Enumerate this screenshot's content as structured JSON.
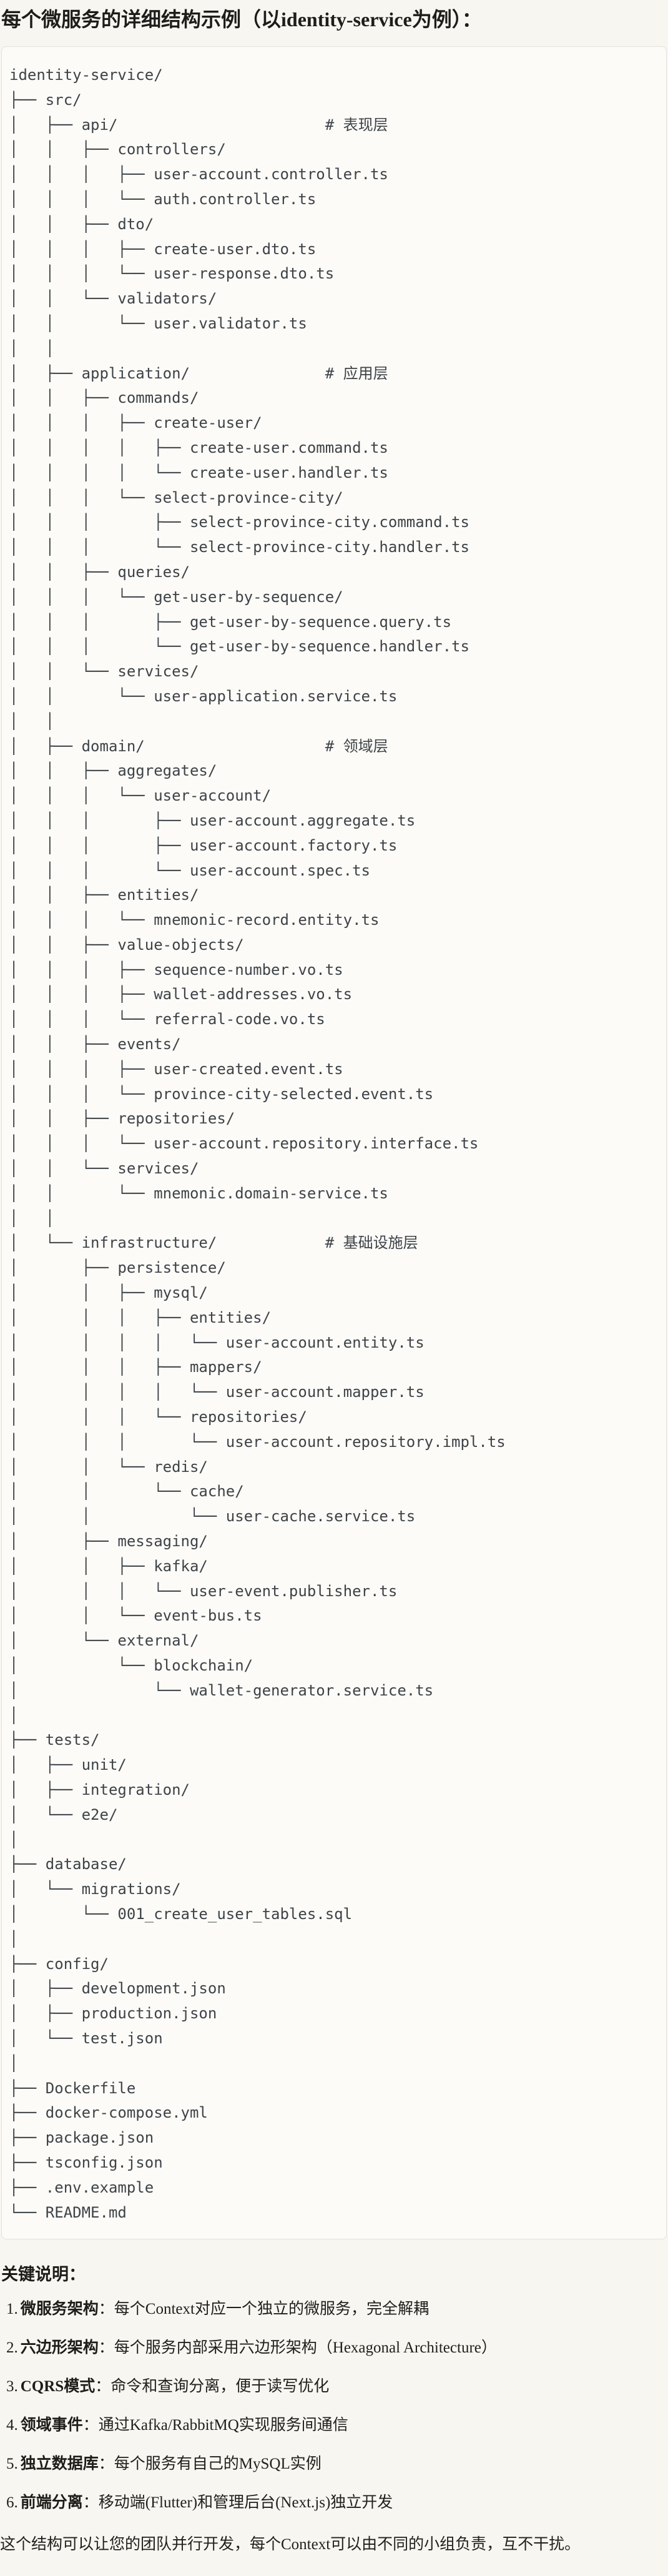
{
  "title": "每个微服务的详细结构示例（以identity-service为例）：",
  "tree_lines": [
    "identity-service/",
    "├── src/",
    "│   ├── api/                       # 表现层",
    "│   │   ├── controllers/",
    "│   │   │   ├── user-account.controller.ts",
    "│   │   │   └── auth.controller.ts",
    "│   │   ├── dto/",
    "│   │   │   ├── create-user.dto.ts",
    "│   │   │   └── user-response.dto.ts",
    "│   │   └── validators/",
    "│   │       └── user.validator.ts",
    "│   │",
    "│   ├── application/               # 应用层",
    "│   │   ├── commands/",
    "│   │   │   ├── create-user/",
    "│   │   │   │   ├── create-user.command.ts",
    "│   │   │   │   └── create-user.handler.ts",
    "│   │   │   └── select-province-city/",
    "│   │   │       ├── select-province-city.command.ts",
    "│   │   │       └── select-province-city.handler.ts",
    "│   │   ├── queries/",
    "│   │   │   └── get-user-by-sequence/",
    "│   │   │       ├── get-user-by-sequence.query.ts",
    "│   │   │       └── get-user-by-sequence.handler.ts",
    "│   │   └── services/",
    "│   │       └── user-application.service.ts",
    "│   │",
    "│   ├── domain/                    # 领域层",
    "│   │   ├── aggregates/",
    "│   │   │   └── user-account/",
    "│   │   │       ├── user-account.aggregate.ts",
    "│   │   │       ├── user-account.factory.ts",
    "│   │   │       └── user-account.spec.ts",
    "│   │   ├── entities/",
    "│   │   │   └── mnemonic-record.entity.ts",
    "│   │   ├── value-objects/",
    "│   │   │   ├── sequence-number.vo.ts",
    "│   │   │   ├── wallet-addresses.vo.ts",
    "│   │   │   └── referral-code.vo.ts",
    "│   │   ├── events/",
    "│   │   │   ├── user-created.event.ts",
    "│   │   │   └── province-city-selected.event.ts",
    "│   │   ├── repositories/",
    "│   │   │   └── user-account.repository.interface.ts",
    "│   │   └── services/",
    "│   │       └── mnemonic.domain-service.ts",
    "│   │",
    "│   └── infrastructure/            # 基础设施层",
    "│       ├── persistence/",
    "│       │   ├── mysql/",
    "│       │   │   ├── entities/",
    "│       │   │   │   └── user-account.entity.ts",
    "│       │   │   ├── mappers/",
    "│       │   │   │   └── user-account.mapper.ts",
    "│       │   │   └── repositories/",
    "│       │   │       └── user-account.repository.impl.ts",
    "│       │   └── redis/",
    "│       │       └── cache/",
    "│       │           └── user-cache.service.ts",
    "│       ├── messaging/",
    "│       │   ├── kafka/",
    "│       │   │   └── user-event.publisher.ts",
    "│       │   └── event-bus.ts",
    "│       └── external/",
    "│           └── blockchain/",
    "│               └── wallet-generator.service.ts",
    "│",
    "├── tests/",
    "│   ├── unit/",
    "│   ├── integration/",
    "│   └── e2e/",
    "│",
    "├── database/",
    "│   └── migrations/",
    "│       └── 001_create_user_tables.sql",
    "│",
    "├── config/",
    "│   ├── development.json",
    "│   ├── production.json",
    "│   └── test.json",
    "│",
    "├── Dockerfile",
    "├── docker-compose.yml",
    "├── package.json",
    "├── tsconfig.json",
    "├── .env.example",
    "└── README.md"
  ],
  "notes": {
    "heading": "关键说明：",
    "items": [
      {
        "num": "1.",
        "label": "微服务架构",
        "colon": "：",
        "text": "每个Context对应一个独立的微服务，完全解耦"
      },
      {
        "num": "2.",
        "label": "六边形架构",
        "colon": "：",
        "text": "每个服务内部采用六边形架构（Hexagonal Architecture）"
      },
      {
        "num": "3.",
        "label": "CQRS模式",
        "colon": "：",
        "text": "命令和查询分离，便于读写优化"
      },
      {
        "num": "4.",
        "label": "领域事件",
        "colon": "：",
        "text": "通过Kafka/RabbitMQ实现服务间通信"
      },
      {
        "num": "5.",
        "label": "独立数据库",
        "colon": "：",
        "text": "每个服务有自己的MySQL实例"
      },
      {
        "num": "6.",
        "label": "前端分离",
        "colon": "：",
        "text": "移动端(Flutter)和管理后台(Next.js)独立开发"
      }
    ],
    "footer": "这个结构可以让您的团队并行开发，每个Context可以由不同的小组负责，互不干扰。"
  },
  "colors": {
    "page_background": "#f8f6f1",
    "code_block_background": "#fcfbf8",
    "code_block_border": "#e3e1d9",
    "code_text": "#3e4347",
    "heading_text": "#1e1d1a",
    "body_text": "#21201d"
  }
}
